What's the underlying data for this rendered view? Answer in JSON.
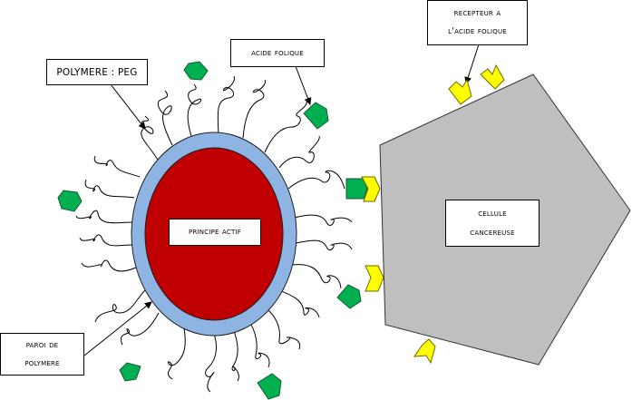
{
  "labels": {
    "polymere": "POLYMERE : PEG",
    "acide_folique": "Acide folique",
    "recepteur_line1": "Recepteur a",
    "recepteur_line2": "l'acide folique",
    "principe_actif": "Principe actif",
    "cellule_line1": "Cellule",
    "cellule_line2": "cancereuse",
    "paroi_line1": "Paroi de",
    "paroi_line2": "polymere"
  },
  "colors": {
    "core": "#c00000",
    "wall": "#8eb4e3",
    "ligand": "#00b050",
    "receptor": "#ffff00",
    "cell": "#bfbfbf",
    "outline": "#000000"
  }
}
